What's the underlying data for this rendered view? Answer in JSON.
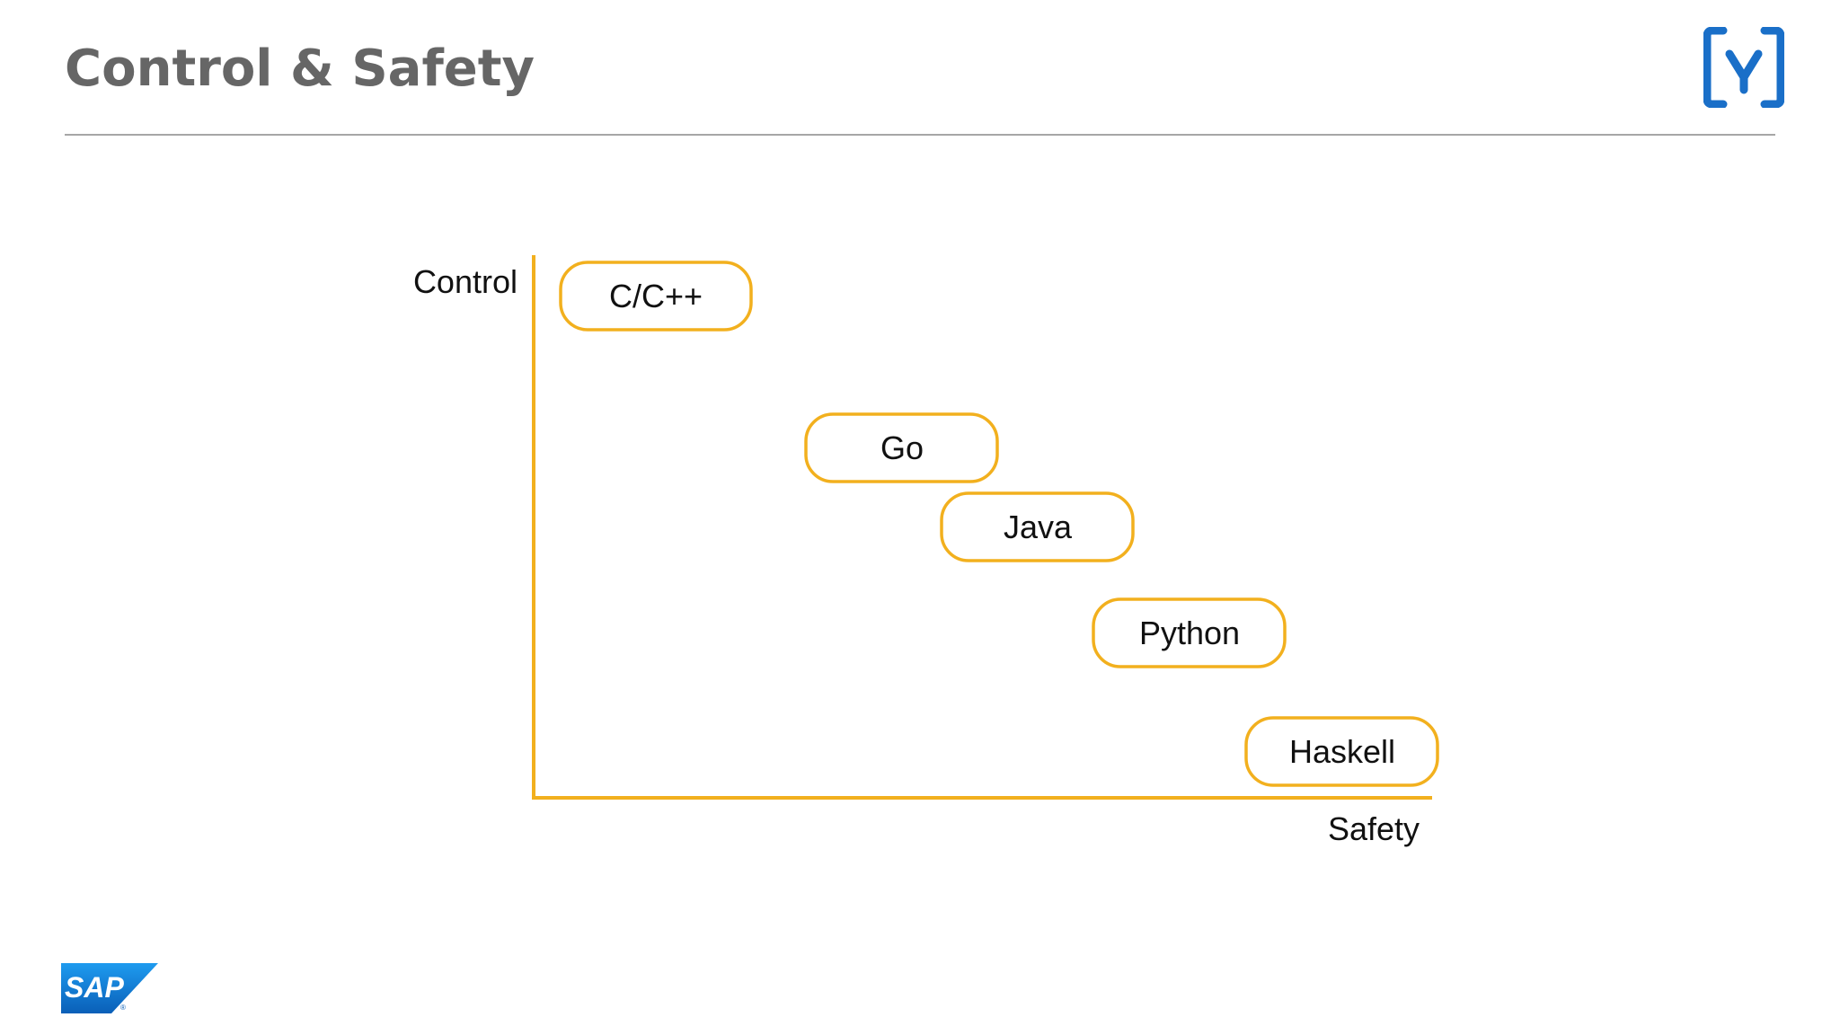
{
  "slide": {
    "title": "Control & Safety"
  },
  "colors": {
    "title": "#666666",
    "rule": "#a6a6a6",
    "accent": "#f2b01e",
    "brand_blue": "#1a6fc8",
    "sap_blue": "#0a6ed1"
  },
  "logos": {
    "top_right": "yaml-bracket-logo",
    "bottom_left": "SAP"
  },
  "diagram": {
    "y_axis_label": "Control",
    "x_axis_label": "Safety",
    "nodes": [
      {
        "label": "C/C++"
      },
      {
        "label": "Go"
      },
      {
        "label": "Java"
      },
      {
        "label": "Python"
      },
      {
        "label": "Haskell"
      }
    ]
  }
}
